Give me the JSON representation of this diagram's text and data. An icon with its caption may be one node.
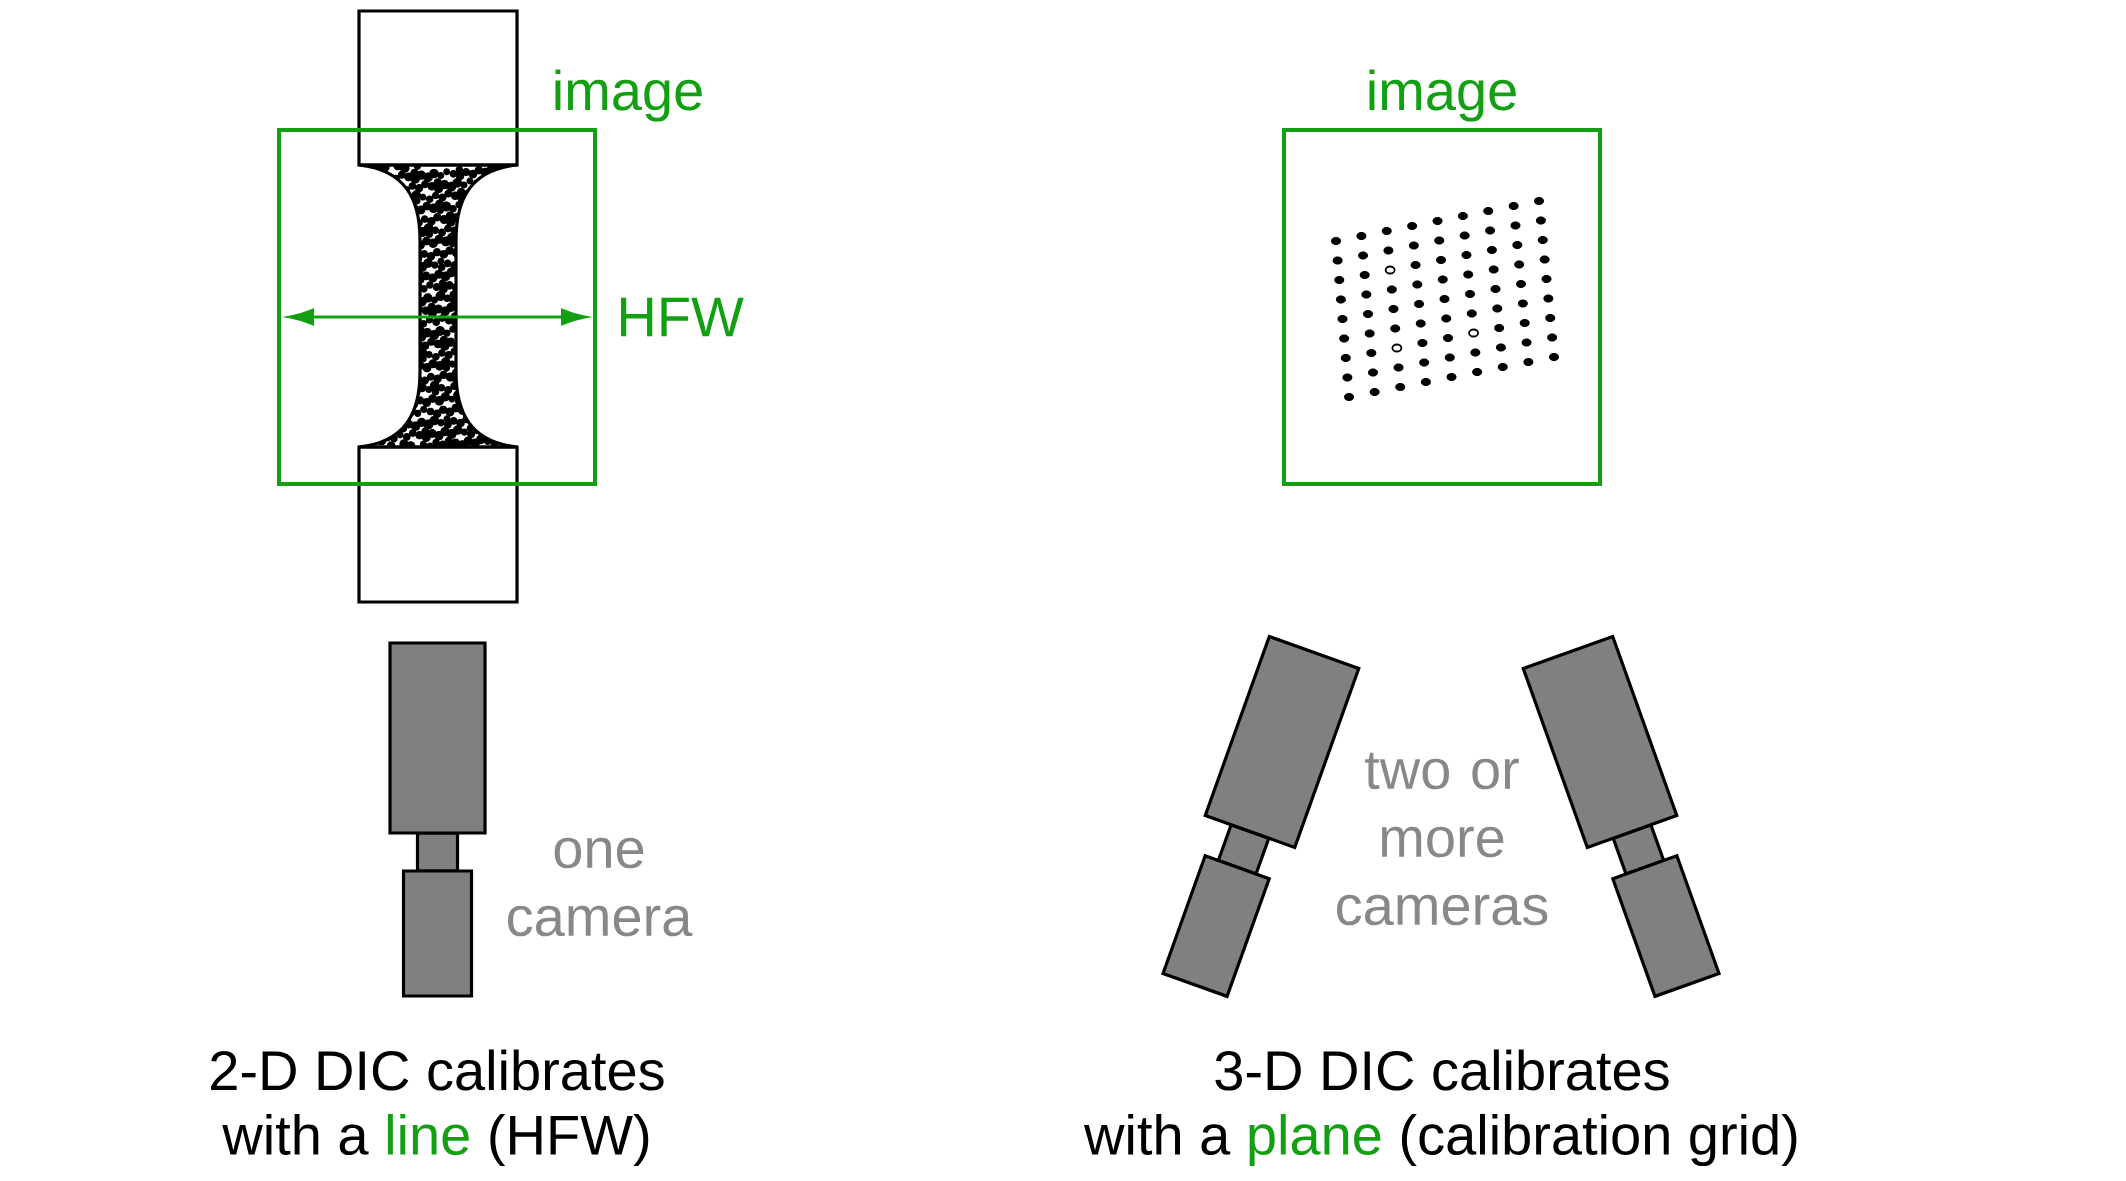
{
  "diagram": {
    "nodes": [
      {
        "text": [
          "image"
        ]
      },
      {
        "text": [
          "image"
        ]
      }
    ],
    "labels": [
      "HFW",
      "one camera",
      "two or more cameras",
      "2-D DIC calibrates",
      "with a",
      "line",
      "(HFW)",
      "3-D DIC calibrates",
      "with a",
      "plane",
      "(calibration grid)"
    ]
  }
}
